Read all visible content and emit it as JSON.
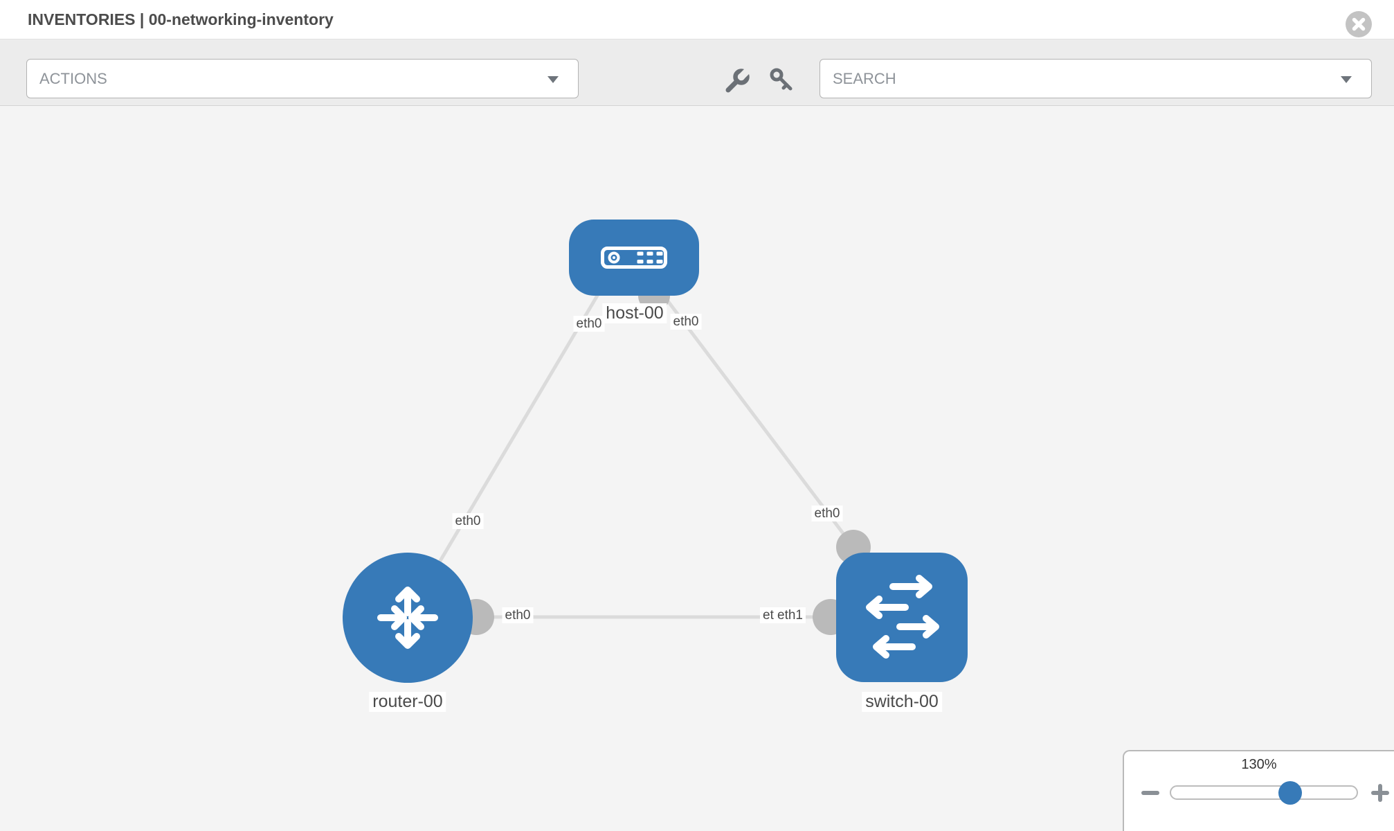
{
  "header": {
    "title": "INVENTORIES | 00-networking-inventory"
  },
  "toolbar": {
    "actions_placeholder": "ACTIONS",
    "search_placeholder": "SEARCH"
  },
  "graph": {
    "nodes": [
      {
        "id": "host-00",
        "type": "host",
        "label": "host-00"
      },
      {
        "id": "router-00",
        "type": "router",
        "label": "router-00"
      },
      {
        "id": "switch-00",
        "type": "switch",
        "label": "switch-00"
      }
    ],
    "links": [
      {
        "source": "host-00",
        "target": "router-00",
        "source_interface": "eth0",
        "target_interface": "eth0"
      },
      {
        "source": "host-00",
        "target": "switch-00",
        "source_interface": "eth0",
        "target_interface": "eth0"
      },
      {
        "source": "router-00",
        "target": "switch-00",
        "source_interface": "eth0",
        "target_interface": "eth1",
        "target_interface_overlapped": "eth0"
      }
    ]
  },
  "zoom_control": {
    "level": "130%"
  },
  "colors": {
    "node_blue": "#377ab8",
    "edge_gray": "#dbdbdb",
    "connector_gray": "#bababa",
    "toolbar_bg": "#ececec",
    "canvas_bg": "#f4f4f4"
  }
}
